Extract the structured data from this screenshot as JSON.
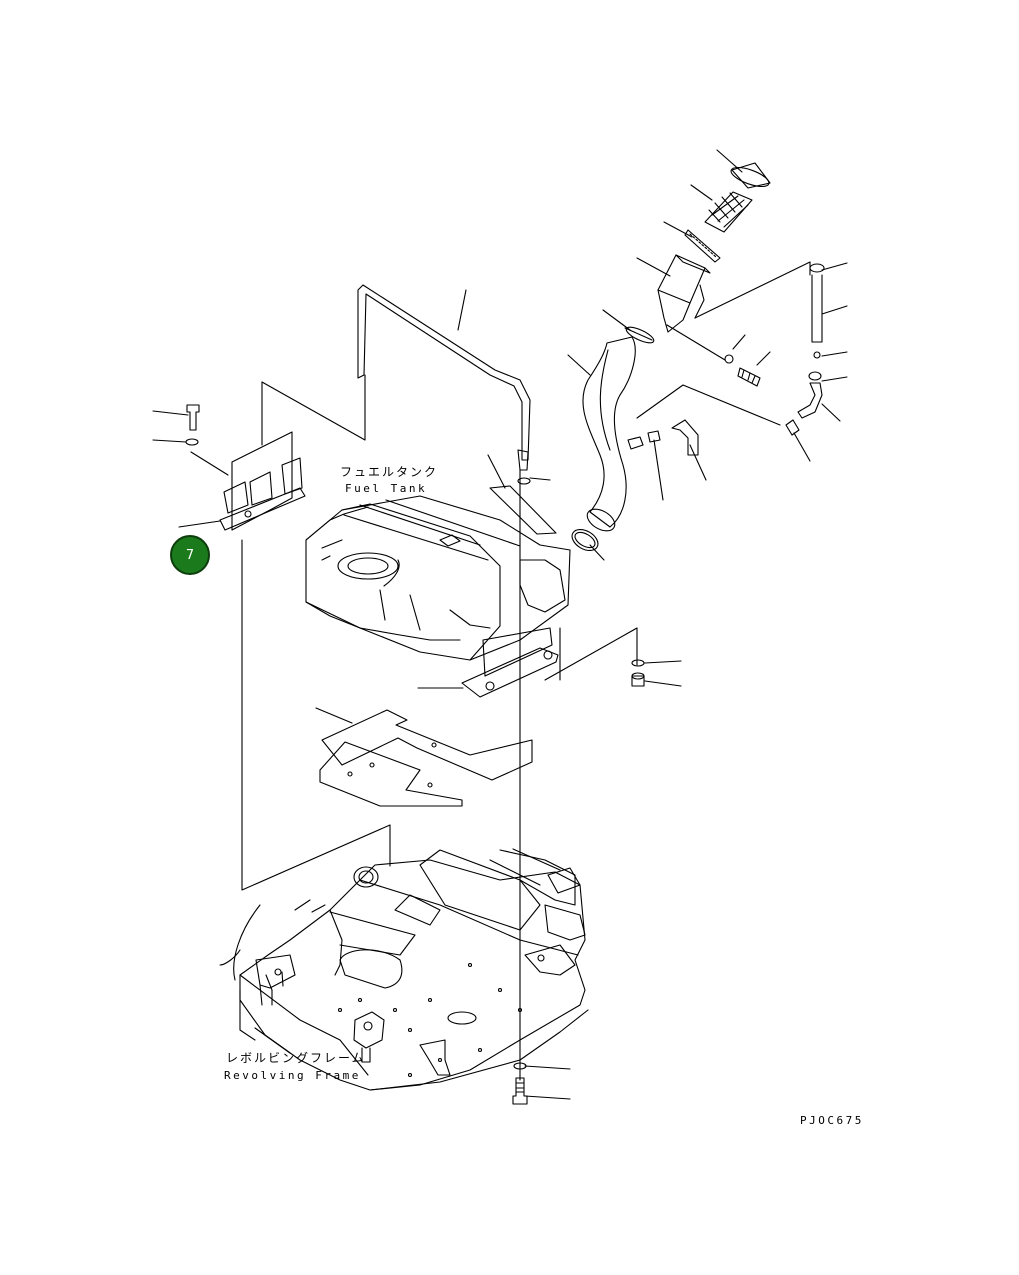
{
  "labels": {
    "fuel_tank_jp": "フュエルタンク",
    "fuel_tank_en": "Fuel Tank",
    "revolving_frame_jp": "レボルビングフレーム",
    "revolving_frame_en": "Revolving Frame",
    "drawing_code": "PJOC675"
  },
  "callout_badge": {
    "text": "7",
    "color": "#1b7a1b"
  }
}
